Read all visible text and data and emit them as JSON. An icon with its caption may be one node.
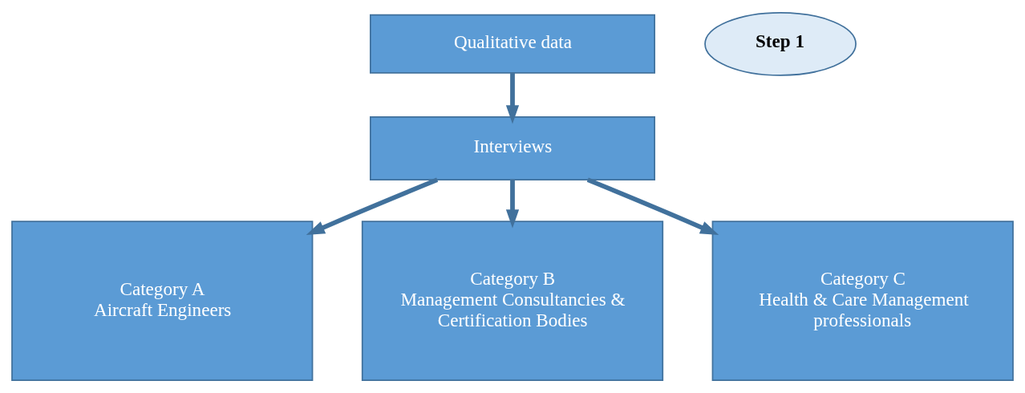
{
  "diagram": {
    "nodes": [
      {
        "text": [
          "Qualitative data"
        ]
      },
      {
        "text": [
          "Step 1"
        ]
      },
      {
        "text": [
          "Interviews"
        ]
      },
      {
        "text": [
          "Category A",
          "Aircraft Engineers"
        ]
      },
      {
        "text": [
          "Category B",
          "Management Consultancies & Certification Bodies"
        ]
      },
      {
        "text": [
          "Category C",
          "Health & Care Management professionals"
        ]
      }
    ],
    "edges": [
      {
        "from": 0,
        "to": 2,
        "arrow": "to"
      },
      {
        "from": 2,
        "to": 3,
        "arrow": "to"
      },
      {
        "from": 2,
        "to": 4,
        "arrow": "to"
      },
      {
        "from": 2,
        "to": 5,
        "arrow": "to"
      }
    ]
  }
}
